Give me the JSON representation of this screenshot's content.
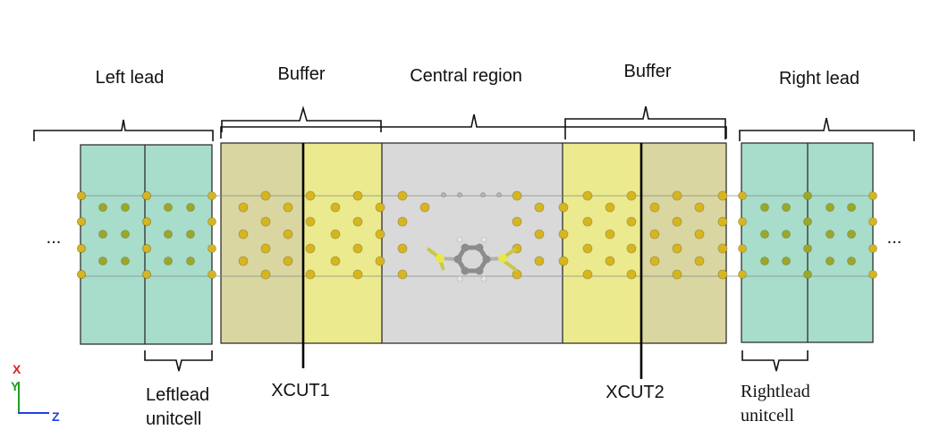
{
  "labels": {
    "left_lead": "Left lead",
    "buffer_left": "Buffer",
    "central_region": "Central region",
    "buffer_right": "Buffer",
    "right_lead": "Right lead",
    "leftlead_unitcell_line1": "Leftlead",
    "leftlead_unitcell_line2": "unitcell",
    "rightlead_unitcell_line1": "Rightlead",
    "rightlead_unitcell_line2": "unitcell",
    "xcut1": "XCUT1",
    "xcut2": "XCUT2",
    "ellipsis_left": "...",
    "ellipsis_right": "...",
    "axis_x": "X",
    "axis_y": "Y",
    "axis_z": "Z"
  },
  "colors": {
    "lead_fill": "#a8dccb",
    "buffer_dark_fill": "#d9d6a1",
    "buffer_light_fill": "#ecea8e",
    "central_fill": "#d9d9d9",
    "gold_atom": "#d6b520",
    "green_atom": "#9aa82a",
    "carbon_atom": "#8c8c8c",
    "hydrogen_atom": "#e6e6e6",
    "axis_x_color": "#e02020",
    "axis_y_color": "#20a020",
    "axis_z_color": "#2040e0"
  }
}
